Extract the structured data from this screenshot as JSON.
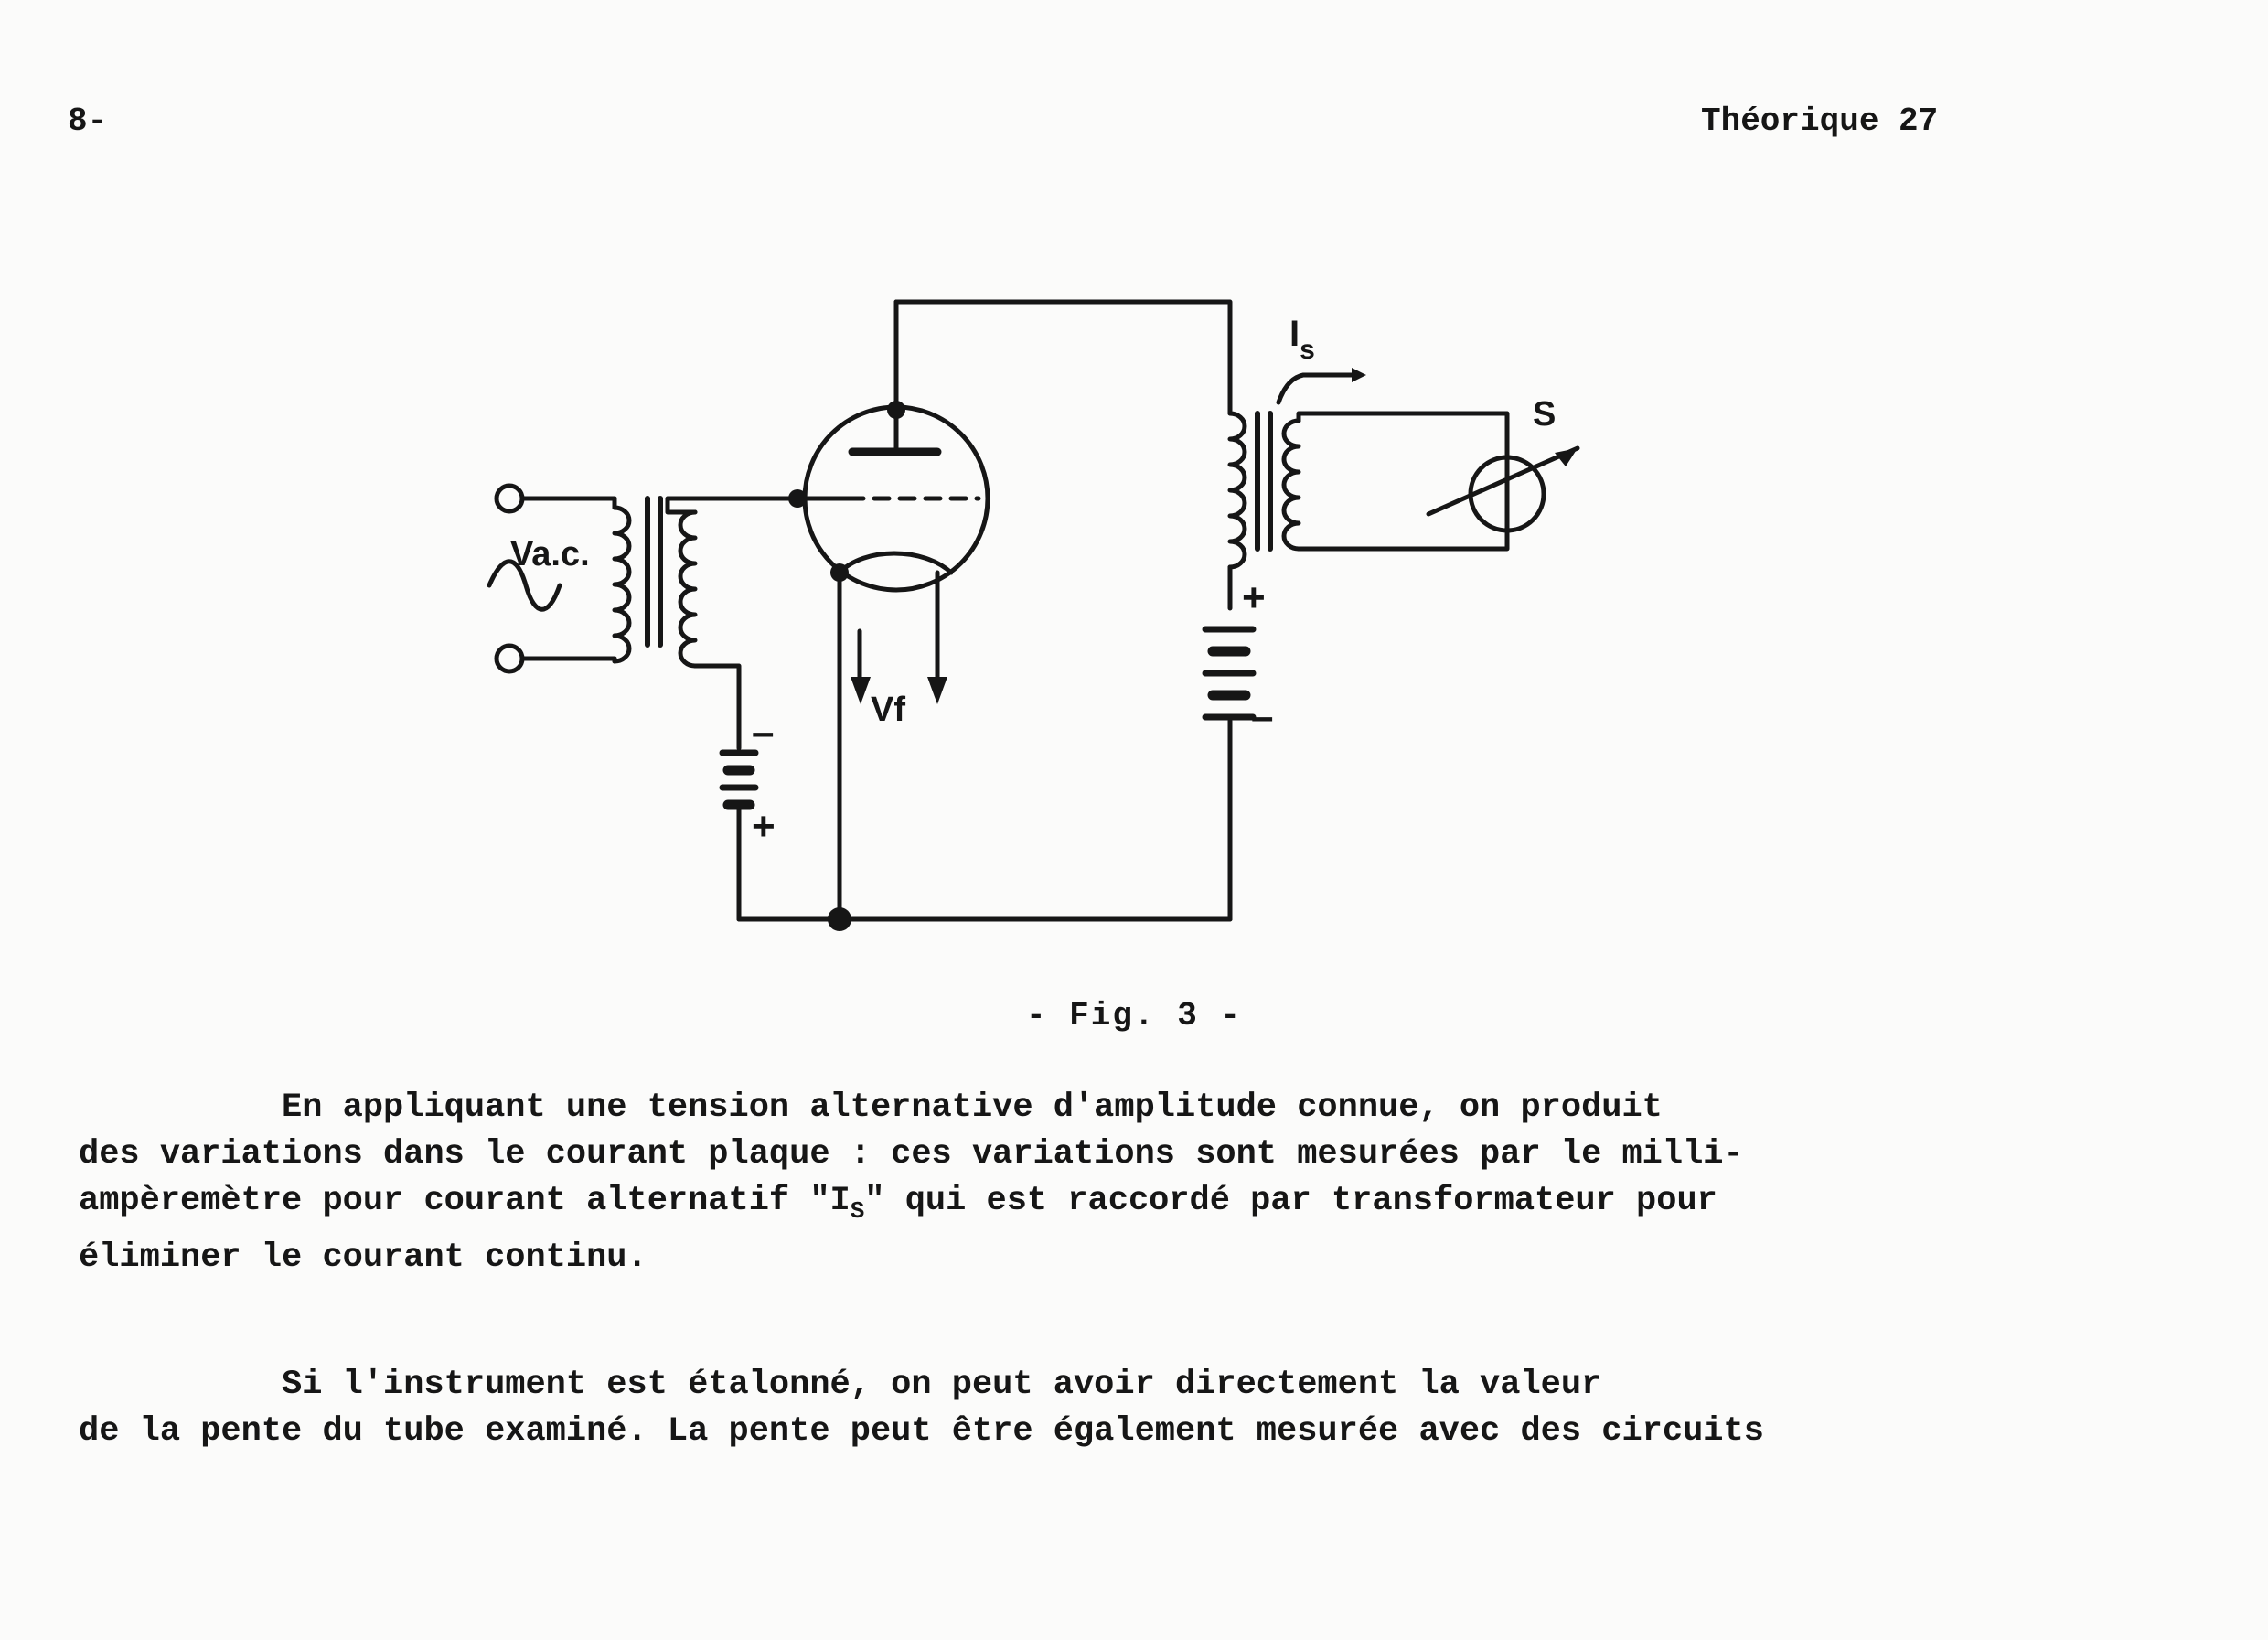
{
  "page": {
    "header_left": "8-",
    "header_right": "Théorique 27"
  },
  "figure": {
    "caption": "- Fig. 3 -",
    "labels": {
      "vac": "Va.c.",
      "vf": "Vf",
      "is_main": "I",
      "is_sub": "s",
      "s": "S",
      "plus_top": "+",
      "minus_top": "–",
      "minus_left": "–",
      "plus_left": "+"
    }
  },
  "body": {
    "p1_l1": "          En appliquant une tension alternative d'amplitude connue, on produit",
    "p1_l2": "des variations dans le courant plaque : ces variations sont mesurées par le milli-",
    "p1_l3a": "ampèremètre pour courant alternatif \"I",
    "p1_l3_sub": "S",
    "p1_l3b": "\" qui est raccordé par transformateur pour",
    "p1_l4": "éliminer le courant continu.",
    "p2_l1": "          Si l'instrument est étalonné, on peut avoir directement la valeur",
    "p2_l2": "de la pente du tube examiné. La pente peut être également mesurée avec des circuits"
  }
}
